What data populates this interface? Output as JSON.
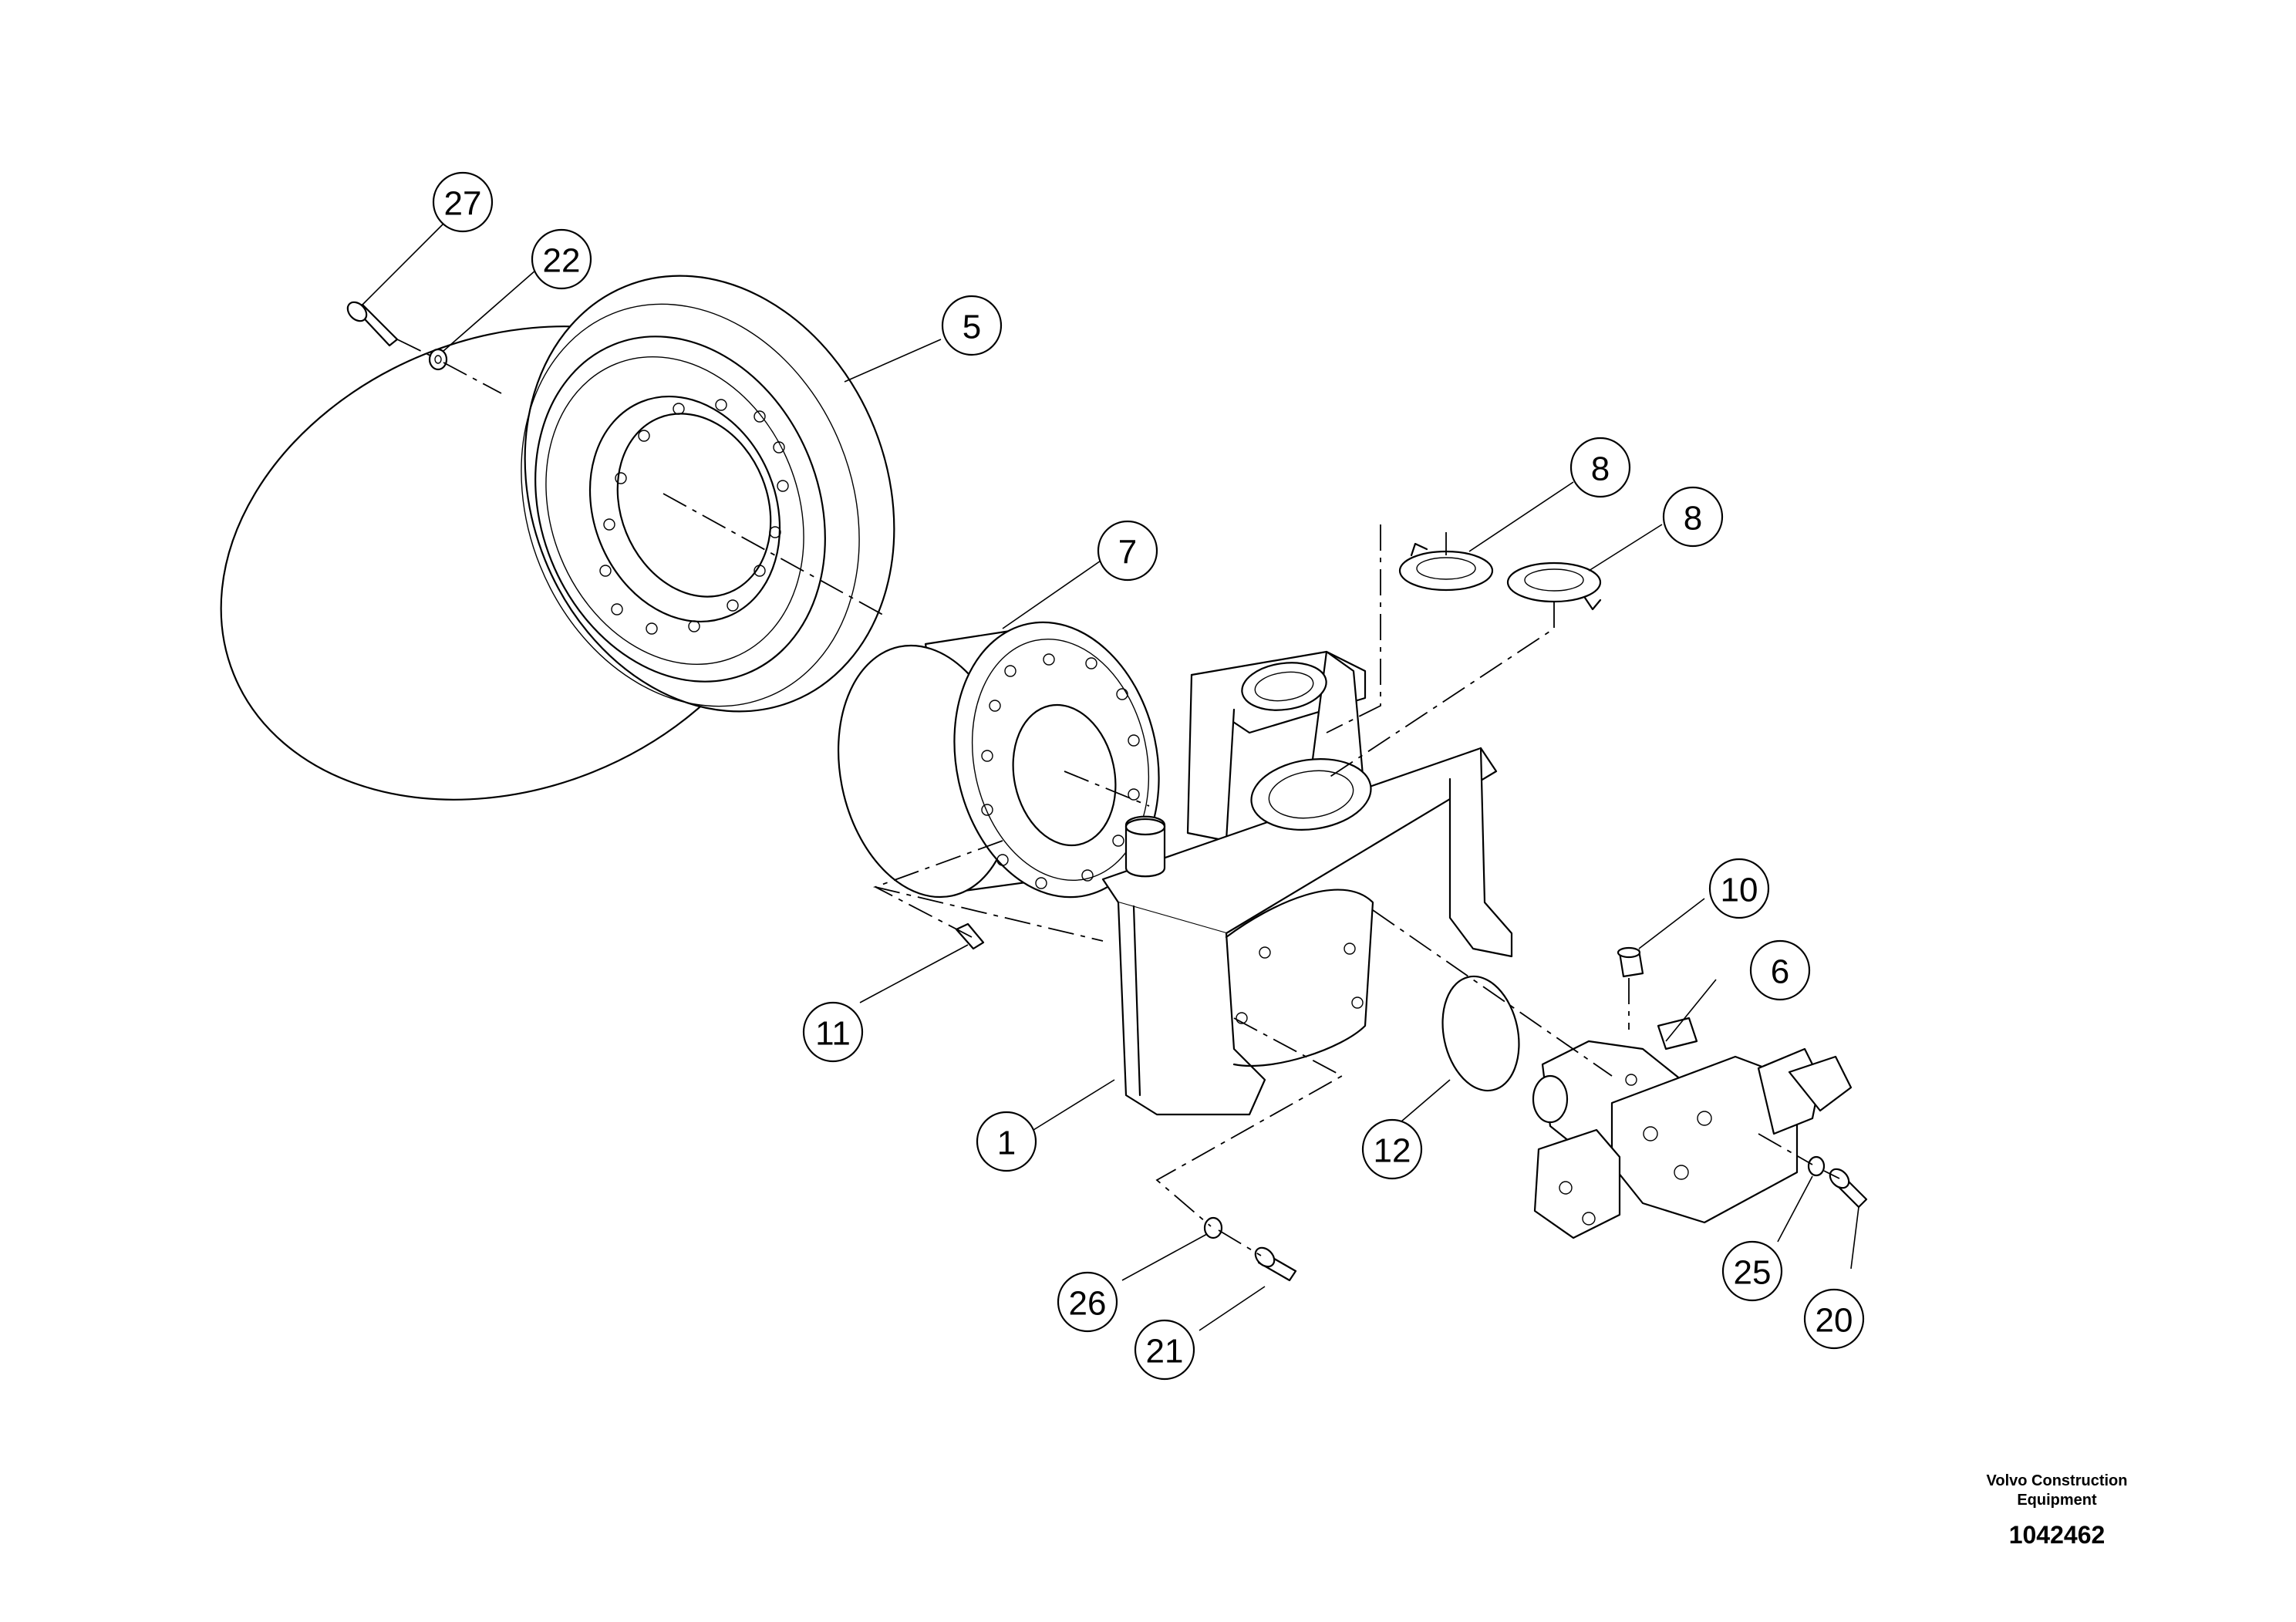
{
  "callouts": {
    "c27": "27",
    "c22": "22",
    "c5": "5",
    "c7": "7",
    "c8a": "8",
    "c8b": "8",
    "c10": "10",
    "c6": "6",
    "c11": "11",
    "c1": "1",
    "c12": "12",
    "c25": "25",
    "c20": "20",
    "c26": "26",
    "c21": "21"
  },
  "footer": {
    "company": "Volvo Construction Equipment",
    "doc_number": "1042462"
  }
}
